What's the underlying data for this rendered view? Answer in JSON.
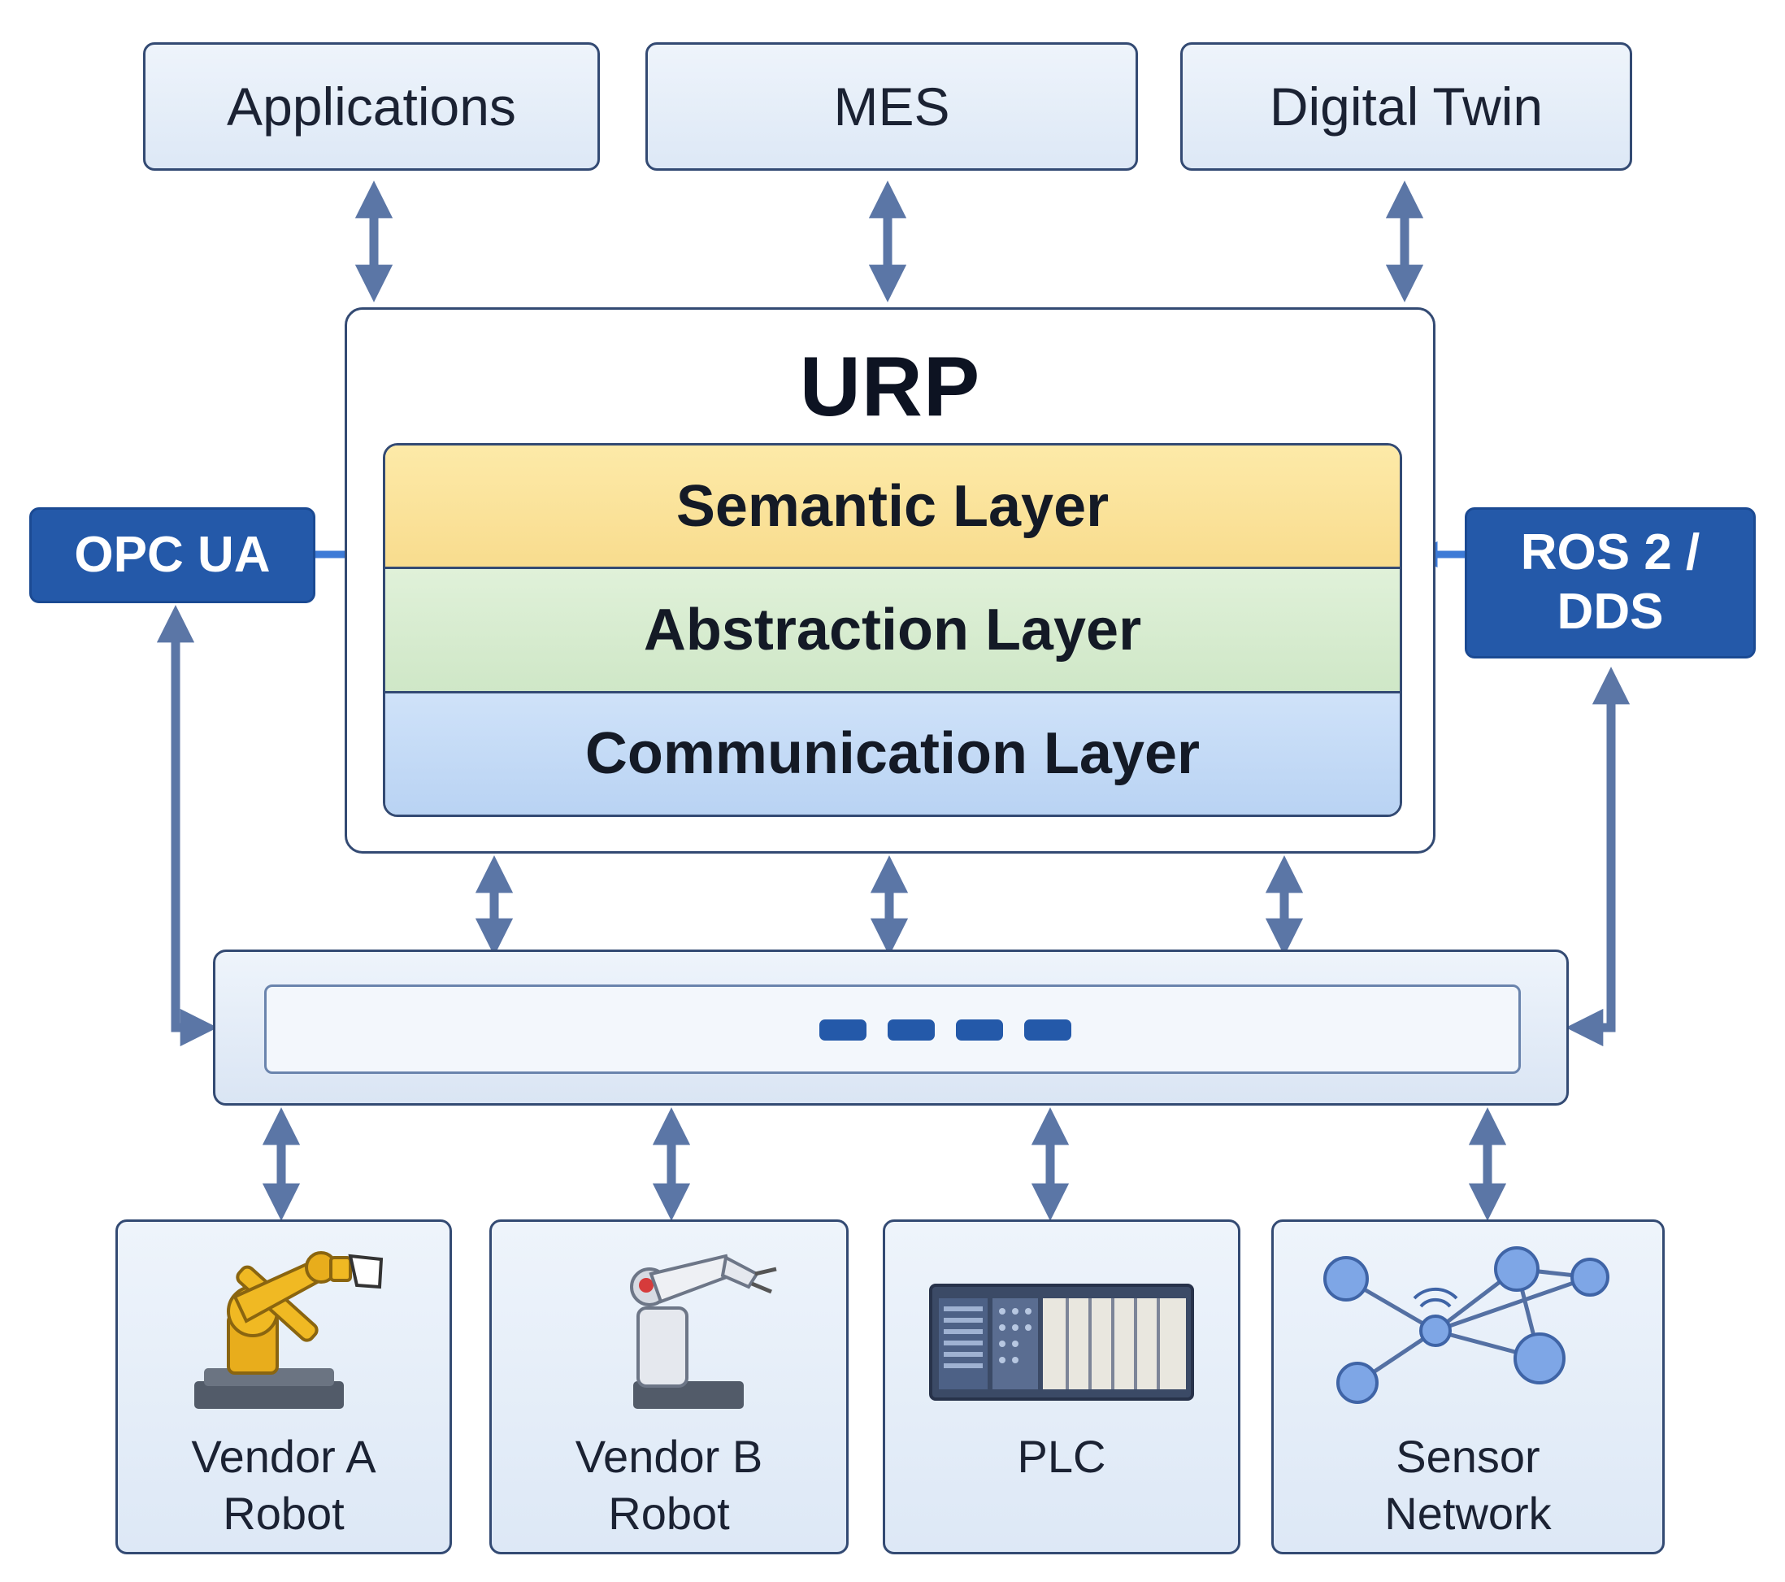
{
  "top_nodes": [
    {
      "label": "Applications"
    },
    {
      "label": "MES"
    },
    {
      "label": "Digital Twin"
    }
  ],
  "urp": {
    "title": "URP",
    "layers": [
      {
        "label": "Semantic Layer",
        "color": "#fbe39c"
      },
      {
        "label": "Abstraction Layer",
        "color": "#d7ecd0"
      },
      {
        "label": "Communication Layer",
        "color": "#c3daf6"
      }
    ]
  },
  "protocols": {
    "left": "OPC UA",
    "right_line1": "ROS 2 /",
    "right_line2": "DDS"
  },
  "devices": [
    {
      "line1": "Vendor A",
      "line2": "Robot",
      "icon": "industrial-robot-arm-yellow-icon"
    },
    {
      "line1": "Vendor B",
      "line2": "Robot",
      "icon": "industrial-robot-arm-white-icon"
    },
    {
      "line1": "PLC",
      "line2": "",
      "icon": "plc-rack-icon"
    },
    {
      "line1": "Sensor",
      "line2": "Network",
      "icon": "sensor-network-icon"
    }
  ],
  "colors": {
    "border": "#334a73",
    "arrow": "#5b76a6",
    "protocol_fill": "#2459a9",
    "box_fill": "#e6eef9"
  }
}
